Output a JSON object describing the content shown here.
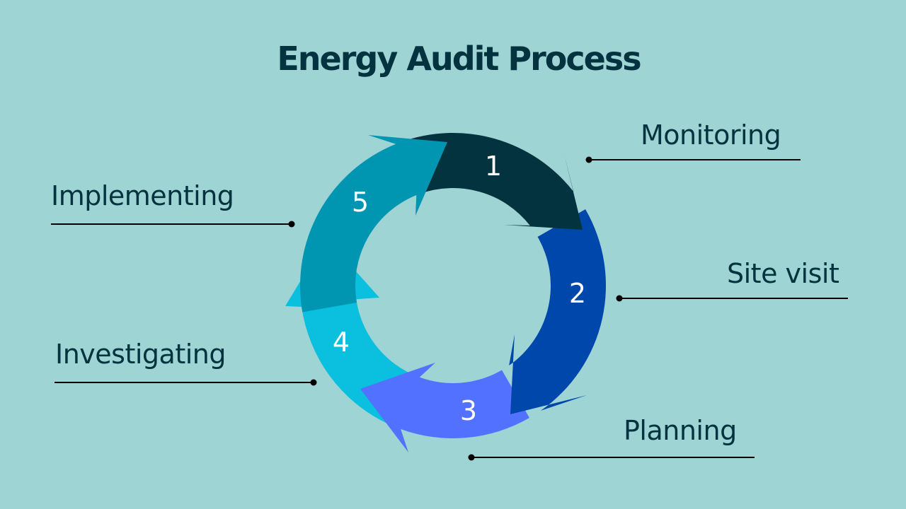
{
  "title": "Energy Audit Process",
  "colors": {
    "background": "#9FD4D5",
    "title_text": "#02333F",
    "label_text": "#02333F",
    "connector": "#000000",
    "step_number": "#FFFFFF"
  },
  "steps": [
    {
      "number": "1",
      "label": "Monitoring",
      "color": "#02333F"
    },
    {
      "number": "2",
      "label": "Site visit",
      "color": "#0047AB"
    },
    {
      "number": "3",
      "label": "Planning",
      "color": "#5271FF"
    },
    {
      "number": "4",
      "label": "Investigating",
      "color": "#0BBFDF"
    },
    {
      "number": "5",
      "label": "Implementing",
      "color": "#0096B1"
    }
  ]
}
